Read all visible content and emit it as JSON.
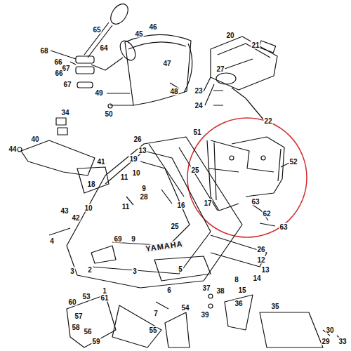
{
  "diagram": {
    "labels": [
      "65",
      "68",
      "64",
      "66",
      "67",
      "66",
      "67",
      "45",
      "46",
      "47",
      "49",
      "48",
      "50",
      "20",
      "21",
      "27",
      "23",
      "24",
      "22",
      "51",
      "52",
      "25",
      "63",
      "62",
      "63",
      "34",
      "44",
      "40",
      "41",
      "26",
      "13",
      "19",
      "10",
      "11",
      "9",
      "28",
      "11",
      "16",
      "17",
      "18",
      "10",
      "43",
      "42",
      "4",
      "9",
      "69",
      "3",
      "2",
      "3",
      "1",
      "25",
      "26",
      "12",
      "13",
      "14",
      "8",
      "15",
      "5",
      "6",
      "7",
      "37",
      "38",
      "36",
      "35",
      "39",
      "60",
      "53",
      "61",
      "57",
      "58",
      "55",
      "54",
      "56",
      "59",
      "30",
      "29",
      "33",
      "YAMAHA"
    ]
  }
}
